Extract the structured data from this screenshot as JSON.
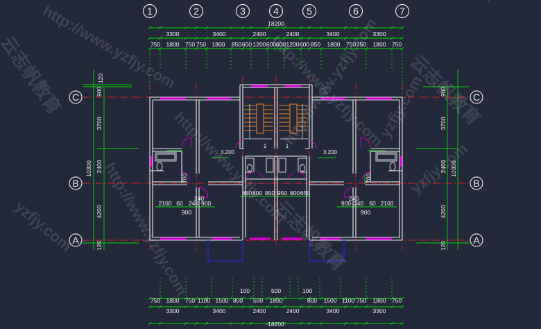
{
  "axes": {
    "vertical": [
      "1",
      "2",
      "3",
      "4",
      "5",
      "6",
      "7"
    ],
    "horizontal": [
      "C",
      "B",
      "A"
    ]
  },
  "top": {
    "total": "18200",
    "bays": [
      "3300",
      "3400",
      "2400",
      "2400",
      "3400",
      "3300"
    ],
    "details": [
      "750",
      "1800",
      "750",
      "750",
      "1800",
      "850",
      "600",
      "1200",
      "600",
      "600",
      "1200",
      "600",
      "850",
      "1800",
      "750",
      "750",
      "1800",
      "750"
    ]
  },
  "bottom": {
    "total": "18200",
    "bays": [
      "3300",
      "3400",
      "2400",
      "2400",
      "3400",
      "3300"
    ],
    "details": [
      "750",
      "1800",
      "750",
      "1100",
      "1500",
      "800",
      "500",
      "1800",
      "800",
      "1500",
      "1100",
      "750",
      "1800",
      "750"
    ],
    "small": [
      "100",
      "500",
      "100"
    ]
  },
  "left": {
    "segments": [
      "120",
      "900",
      "3700",
      "2400",
      "4200",
      "120"
    ],
    "total": "10300"
  },
  "right": {
    "segments": [
      "900",
      "3700",
      "2400",
      "4200",
      "120"
    ],
    "total": "10300"
  },
  "interior": {
    "elev_left": "3.200",
    "elev_right": "3.200",
    "mid_dims": [
      "650",
      "800",
      "950",
      "950",
      "800",
      "650"
    ],
    "left_700": "700",
    "right_700": "700",
    "left_240a": "240",
    "right_240a": "240",
    "left_row": [
      "2100",
      "60",
      "240",
      "900"
    ],
    "right_row": [
      "900",
      "240",
      "60",
      "2100"
    ],
    "left_900": "900",
    "right_900": "900",
    "stair_mark_1": "1",
    "stair_mark_2": "1"
  },
  "watermark": {
    "url": "http://www.yzfjy.com",
    "cn": "云志帆教育",
    "short": "yzfjy.com"
  },
  "colors": {
    "background": "#23283a",
    "dimension": "#00e000",
    "walls": "#f0f0f0",
    "windows": "#d000d0",
    "axis": "#e02020",
    "stairs": "#e07a20",
    "balcony": "#2a2ad0"
  }
}
